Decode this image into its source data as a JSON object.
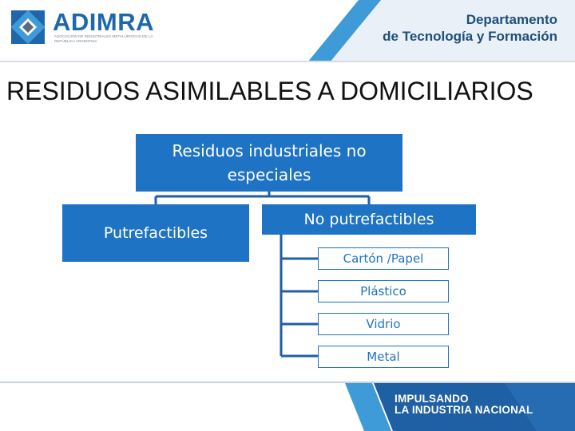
{
  "header": {
    "logo_name": "ADIMRA",
    "logo_subtitle": "ASOCIACIÓN DE INDUSTRIALES METALÚRGICOS DE LA REPÚBLICA ARGENTINA",
    "department_line1": "Departamento",
    "department_line2": "de Tecnología y Formación",
    "colors": {
      "brand_blue": "#1f67ad",
      "light_blue": "#3f9bd8",
      "dark_blue": "#1f4e7a"
    }
  },
  "title": "RESIDUOS ASIMILABLES A DOMICILIARIOS",
  "diagram": {
    "root": "Residuos industriales no especiales",
    "children": [
      {
        "label": "Putrefactibles",
        "items": []
      },
      {
        "label": "No putrefactibles",
        "items": [
          "Cartón /Papel",
          "Plástico",
          "Vidrio",
          "Metal"
        ]
      }
    ],
    "colors": {
      "node_fill": "#1f73c4",
      "leaf_border": "#1f73c4",
      "connector": "#1f5fa3"
    }
  },
  "footer": {
    "line1": "IMPULSANDO",
    "line2": "LA INDUSTRIA NACIONAL"
  }
}
